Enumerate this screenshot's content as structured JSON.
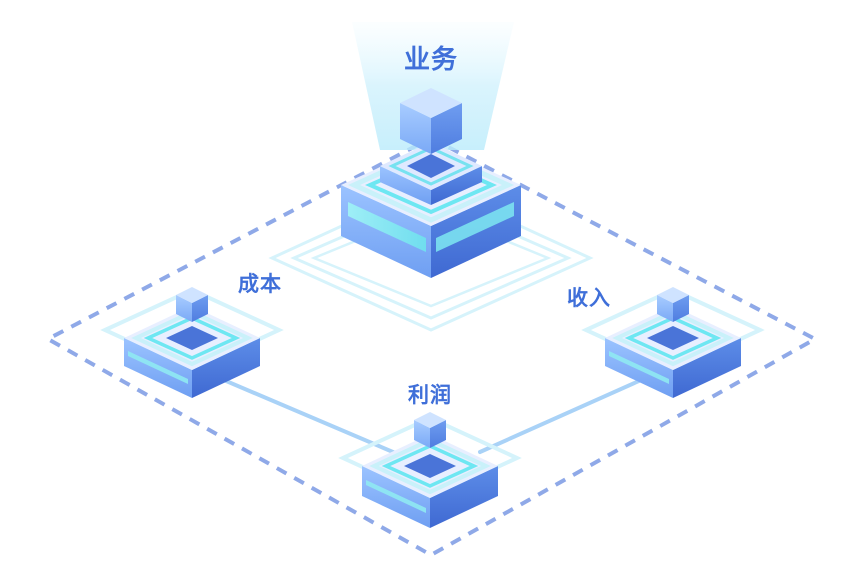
{
  "diagram": {
    "nodes": {
      "business": {
        "label": "业务"
      },
      "cost": {
        "label": "成本"
      },
      "income": {
        "label": "收入"
      },
      "profit": {
        "label": "利润"
      }
    },
    "colors": {
      "dashed_border": "#8fa9e8",
      "connector": "#a9d2f7",
      "label": "#3f6fd9",
      "platform_side": "#5b8ae8",
      "platform_top": "#e7eeff",
      "ring_cyan": "#6ee7f2",
      "ring_pale": "#d5f3fb",
      "core_square": "#4a74d8",
      "cube_front": "#7fb0ff",
      "cube_top": "#cfe3ff"
    }
  }
}
